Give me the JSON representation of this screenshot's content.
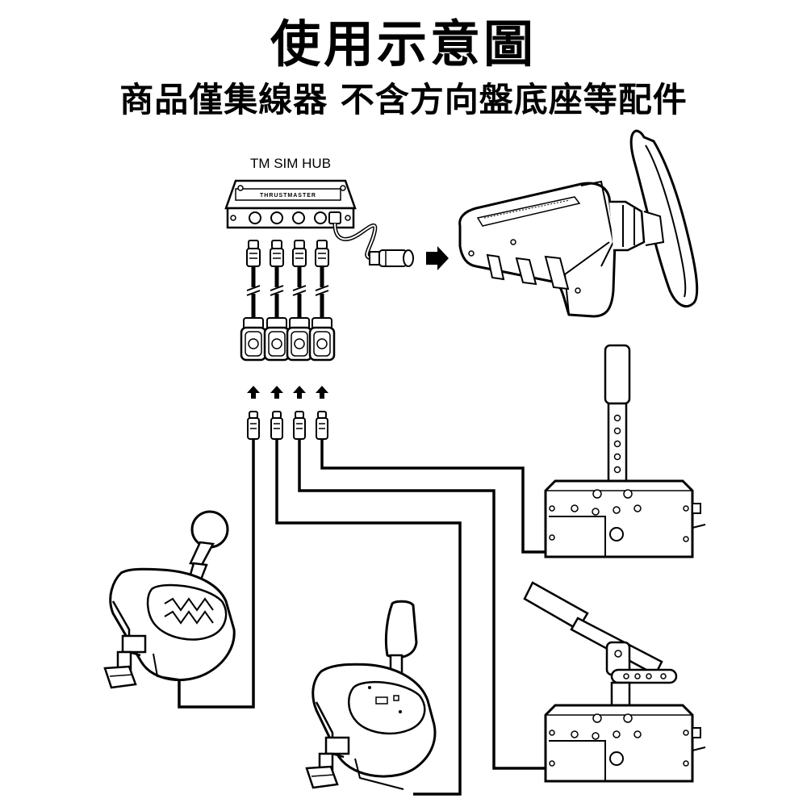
{
  "header": {
    "title": "使用示意圖",
    "subtitle": "商品僅集線器 不含方向盤底座等配件"
  },
  "hub": {
    "label": "TM SIM HUB",
    "brand": "THRUSTMASTER",
    "port_count": 4
  },
  "devices": [
    {
      "name": "wheel-base",
      "icon": "racing-wheel-base-icon"
    },
    {
      "name": "handbrake-lever",
      "icon": "handbrake-icon"
    },
    {
      "name": "sequential-shifter",
      "icon": "sequential-shifter-icon"
    },
    {
      "name": "h-pattern-shifter",
      "icon": "h-shifter-icon"
    },
    {
      "name": "sequential-shifter-2",
      "icon": "sequential-shifter-icon"
    }
  ]
}
